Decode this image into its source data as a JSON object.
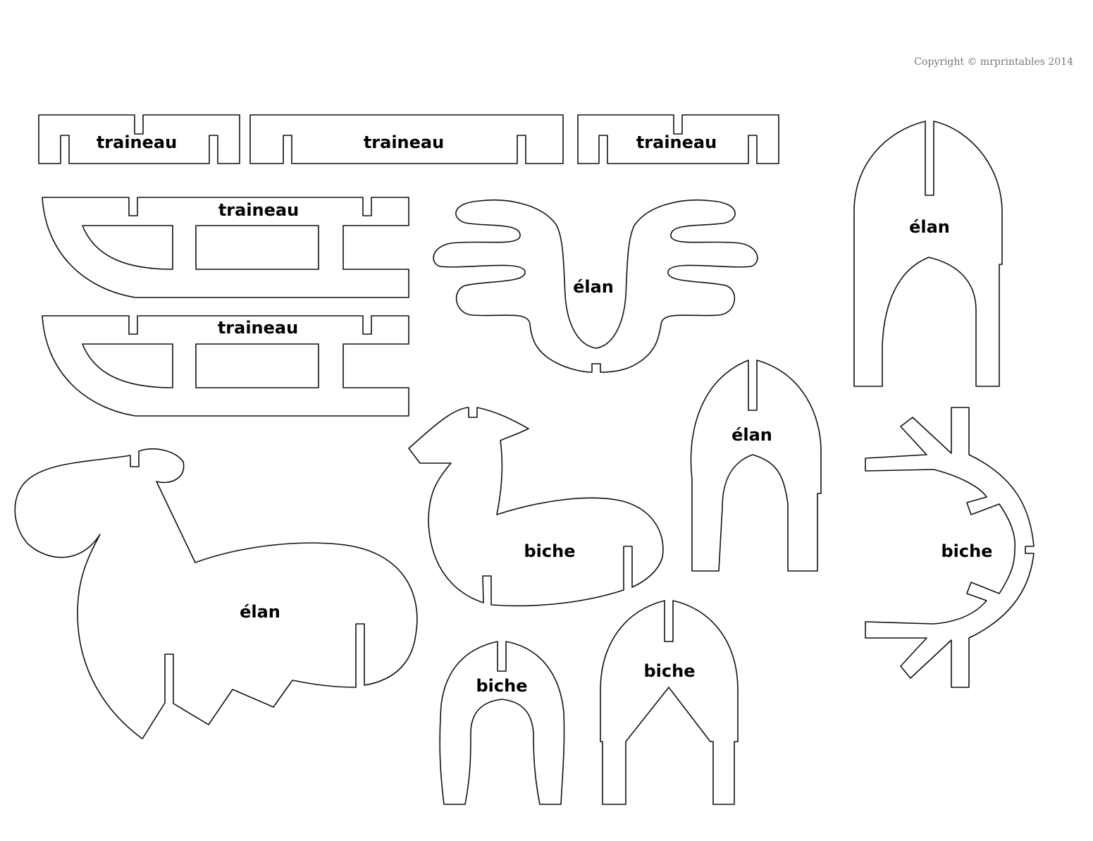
{
  "copyright": "Copyright © mrprintables  2014",
  "pieces": [
    {
      "label": "traineau"
    },
    {
      "label": "traineau"
    },
    {
      "label": "traineau"
    },
    {
      "label": "traineau"
    },
    {
      "label": "traineau"
    },
    {
      "label": "élan"
    },
    {
      "label": "élan"
    },
    {
      "label": "élan"
    },
    {
      "label": "élan"
    },
    {
      "label": "biche"
    },
    {
      "label": "biche"
    },
    {
      "label": "biche"
    },
    {
      "label": "biche"
    }
  ]
}
